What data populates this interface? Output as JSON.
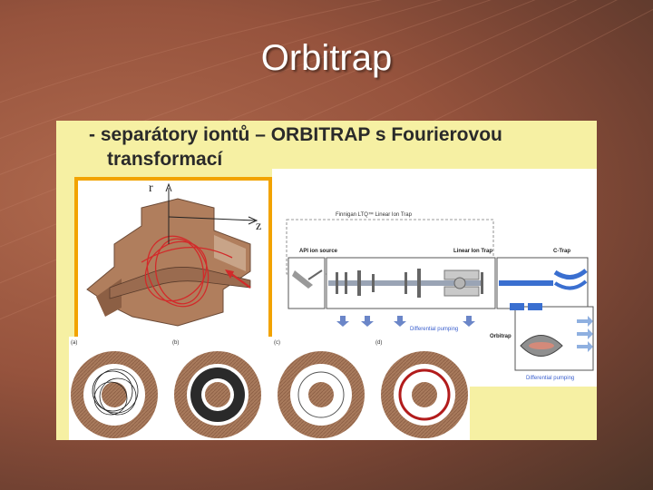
{
  "slide": {
    "title": "Orbitrap"
  },
  "panel": {
    "heading_line1": "- separátory iontů – ORBITRAP s Fourierovou",
    "heading_line2": "transformací"
  },
  "trap_figure": {
    "axis_r": "r",
    "axis_z": "z"
  },
  "schematic": {
    "frame_label": "Finnigan LTQ™ Linear Ion Trap",
    "api_label": "API ion source",
    "linear_label": "Linear Ion Trap",
    "ctrap_label": "C-Trap",
    "orbitrap_label": "Orbitrap",
    "diff_pumping_1": "Differential pumping",
    "diff_pumping_2": "Differential pumping"
  },
  "rings": {
    "labels": [
      "(a)",
      "(b)",
      "(c)",
      "(d)"
    ]
  },
  "colors": {
    "background": "#96533d",
    "panel": "#f6f0a3",
    "frame_orange": "#f2a300",
    "electrode_brown": "#a87a5c",
    "ion_red": "#d22a2a"
  }
}
